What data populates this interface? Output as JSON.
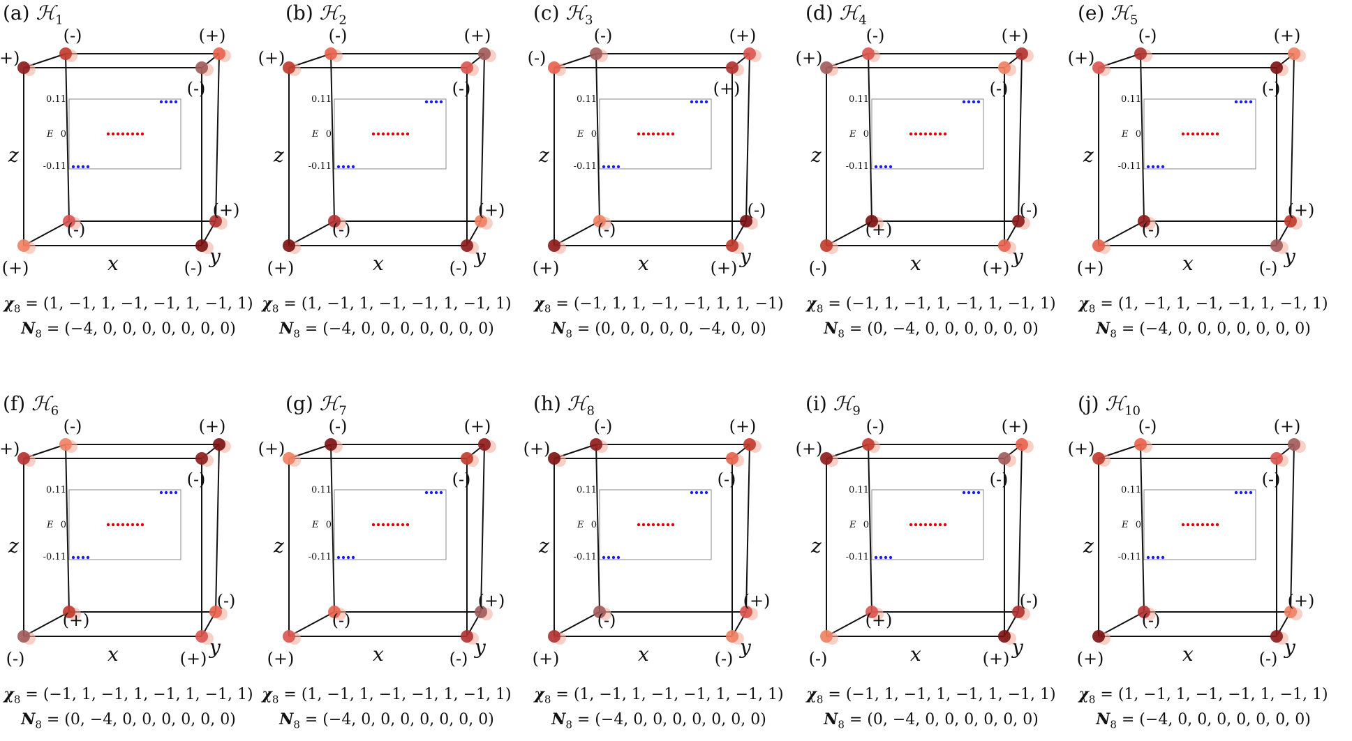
{
  "inset": {
    "y_ticks": [
      "0.11",
      "0",
      "-0.11"
    ],
    "y_label": "E",
    "colors": {
      "top": "#1a1aff",
      "mid": "#e00000",
      "bottom": "#1a1aff"
    }
  },
  "panels": [
    {
      "label": "(a)",
      "H": "1",
      "chi": "(1, −1, 1, −1, −1, 1, −1, 1)",
      "N": "(−4, 0, 0, 0, 0, 0, 0, 0)",
      "signs": [
        "(+)",
        "(-)",
        "(+)",
        "(-)",
        "(-)",
        "(+)",
        "(+)",
        "(-)"
      ]
    },
    {
      "label": "(b)",
      "H": "2",
      "chi": "(1, −1, 1, −1, −1, 1, −1, 1)",
      "N": "(−4, 0, 0, 0, 0, 0, 0, 0)",
      "signs": [
        "(+)",
        "(-)",
        "(+)",
        "(-)",
        "(-)",
        "(+)",
        "(+)",
        "(-)"
      ]
    },
    {
      "label": "(c)",
      "H": "3",
      "chi": "(−1, 1, 1, −1, −1, 1, 1, −1)",
      "N": "(0, 0, 0, 0, 0, −4, 0, 0)",
      "signs": [
        "(-)",
        "(-)",
        "(+)",
        "(+)",
        "(-)",
        "(-)",
        "(+)",
        "(+)"
      ]
    },
    {
      "label": "(d)",
      "H": "4",
      "chi": "(−1, 1, −1, 1, −1, 1, −1, 1)",
      "N": "(0, −4, 0, 0, 0, 0, 0, 0)",
      "signs": [
        "(+)",
        "(-)",
        "(+)",
        "(-)",
        "(+)",
        "(-)",
        "(-)",
        "(+)"
      ]
    },
    {
      "label": "(e)",
      "H": "5",
      "chi": "(1, −1, 1, −1, −1, 1, −1, 1)",
      "N": "(−4, 0, 0, 0, 0, 0, 0, 0)",
      "signs": [
        "(+)",
        "(-)",
        "(+)",
        "(-)",
        "(-)",
        "(+)",
        "(+)",
        "(-)"
      ]
    },
    {
      "label": "(f)",
      "H": "6",
      "chi": "(−1, 1, −1, 1, −1, 1, −1, 1)",
      "N": "(0, −4, 0, 0, 0, 0, 0, 0)",
      "signs": [
        "(+)",
        "(-)",
        "(+)",
        "(-)",
        "(+)",
        "(-)",
        "(-)",
        "(+)"
      ]
    },
    {
      "label": "(g)",
      "H": "7",
      "chi": "(1, −1, 1, −1, −1, 1, −1, 1)",
      "N": "(−4, 0, 0, 0, 0, 0, 0, 0)",
      "signs": [
        "(+)",
        "(-)",
        "(+)",
        "(-)",
        "(-)",
        "(+)",
        "(+)",
        "(-)"
      ]
    },
    {
      "label": "(h)",
      "H": "8",
      "chi": "(1, −1, 1, −1, −1, 1, −1, 1)",
      "N": "(−4, 0, 0, 0, 0, 0, 0, 0)",
      "signs": [
        "(+)",
        "(-)",
        "(+)",
        "(-)",
        "(-)",
        "(+)",
        "(+)",
        "(-)"
      ]
    },
    {
      "label": "(i)",
      "H": "9",
      "chi": "(−1, 1, −1, 1, −1, 1, −1, 1)",
      "N": "(0, −4, 0, 0, 0, 0, 0, 0)",
      "signs": [
        "(+)",
        "(-)",
        "(+)",
        "(-)",
        "(+)",
        "(-)",
        "(-)",
        "(+)"
      ]
    },
    {
      "label": "(j)",
      "H": "10",
      "chi": "(1, −1, 1, −1, −1, 1, −1, 1)",
      "N": "(−4, 0, 0, 0, 0, 0, 0, 0)",
      "signs": [
        "(+)",
        "(-)",
        "(+)",
        "(-)",
        "(-)",
        "(+)",
        "(+)",
        "(-)"
      ]
    }
  ],
  "axes": {
    "x": "x",
    "y": "y",
    "z": "z"
  },
  "chi_label": "χ",
  "N_label": "N",
  "sub8": "8"
}
